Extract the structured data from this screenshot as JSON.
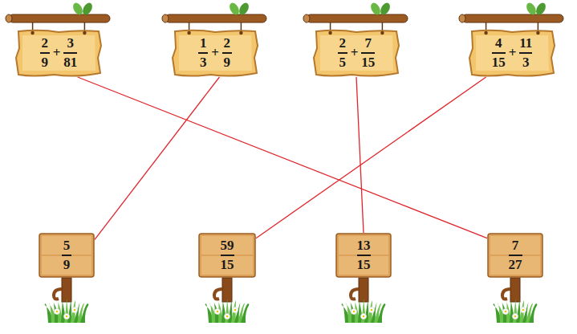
{
  "diagram": {
    "nodes": [
      {
        "text": [
          "2",
          "9",
          "+",
          "3",
          "81"
        ]
      },
      {
        "text": [
          "1",
          "3",
          "+",
          "2",
          "9"
        ]
      },
      {
        "text": [
          "2",
          "5",
          "+",
          "7",
          "15"
        ]
      },
      {
        "text": [
          "4",
          "15",
          "+",
          "11",
          "3"
        ]
      },
      {
        "text": [
          "5",
          "9"
        ]
      },
      {
        "text": [
          "59",
          "15"
        ]
      },
      {
        "text": [
          "13",
          "15"
        ]
      },
      {
        "text": [
          "7",
          "27"
        ]
      }
    ],
    "edges": [
      {
        "from": 0,
        "to": 7,
        "arrow": "none"
      },
      {
        "from": 1,
        "to": 4,
        "arrow": "none"
      },
      {
        "from": 2,
        "to": 6,
        "arrow": "none"
      },
      {
        "from": 3,
        "to": 5,
        "arrow": "none"
      }
    ]
  }
}
